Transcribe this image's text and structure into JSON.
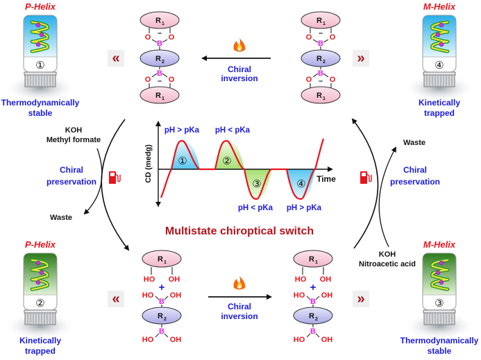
{
  "vials": [
    {
      "helix": "P-Helix",
      "state": "①",
      "status": [
        "Thermodynamically",
        "stable"
      ],
      "tint": "#3ab8ea"
    },
    {
      "helix": "M-Helix",
      "state": "④",
      "status": [
        "Kinetically",
        "trapped"
      ],
      "tint": "#3ab8ea"
    },
    {
      "helix": "P-Helix",
      "state": "②",
      "status": [
        "Kinetically",
        "trapped"
      ],
      "tint": "#3c9a2a"
    },
    {
      "helix": "M-Helix",
      "state": "③",
      "status": [
        "Thermodynamically",
        "stable"
      ],
      "tint": "#3c9a2a"
    }
  ],
  "chem": {
    "r": "R",
    "sub1": "1",
    "sub2": "2",
    "o": "O",
    "b": "B",
    "minus": "–",
    "ho": "HO",
    "oh": "OH",
    "plus": "+"
  },
  "arrows": {
    "top": [
      "Chiral",
      "inversion"
    ],
    "bottom": [
      "Chiral",
      "inversion"
    ]
  },
  "left_cycle": {
    "reagents": [
      "KOH",
      "Methyl formate"
    ],
    "label": [
      "Chiral",
      "preservation"
    ],
    "waste": "Waste"
  },
  "right_cycle": {
    "reagents": [
      "KOH",
      "Nitroacetic acid"
    ],
    "label": [
      "Chiral",
      "preservation"
    ],
    "waste": "Waste"
  },
  "nav": {
    "left": "«",
    "right": "»"
  },
  "chart": {
    "ylabel": "CD (medg)",
    "xlabel": "Time",
    "peaks": [
      {
        "state": "①",
        "condition": "pH > pKa",
        "sign": "positive",
        "color": "#5cc8f0"
      },
      {
        "state": "②",
        "condition": "pH < pKa",
        "sign": "positive",
        "color": "#a8e07a"
      },
      {
        "state": "③",
        "condition": "pH < pKa",
        "sign": "negative",
        "color": "#a8e07a"
      },
      {
        "state": "④",
        "condition": "pH > pKa",
        "sign": "negative",
        "color": "#5cc8f0"
      }
    ],
    "curve_color": "#e8141c"
  },
  "title": "Multistate chiroptical switch",
  "icons": {
    "heat": "flame-icon",
    "fuel": "fuel-pump-icon"
  }
}
